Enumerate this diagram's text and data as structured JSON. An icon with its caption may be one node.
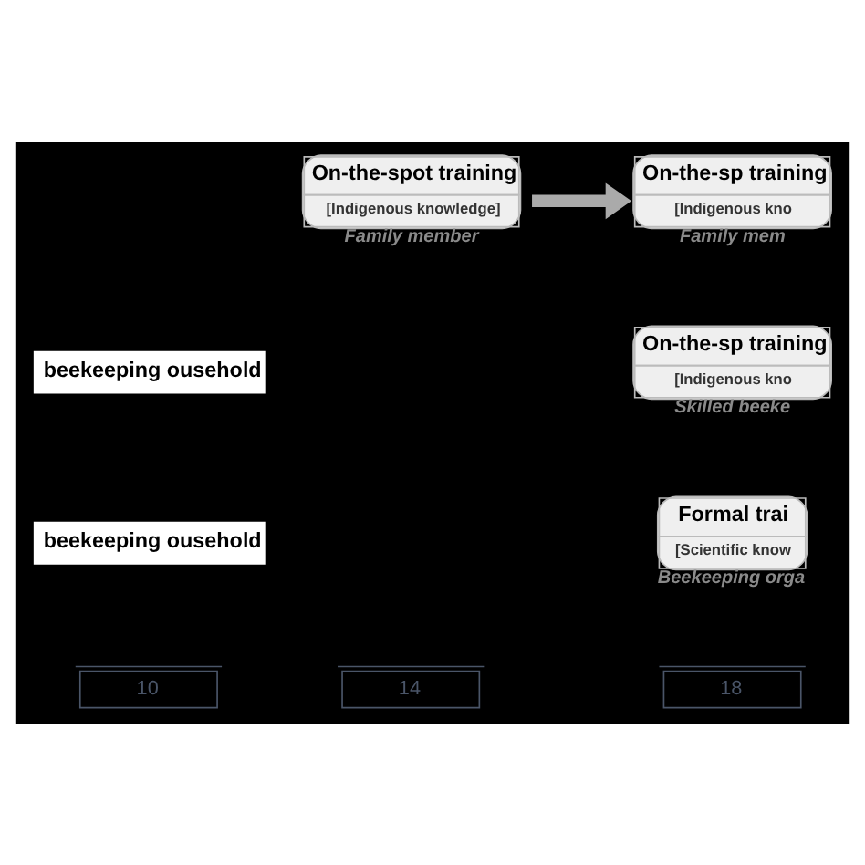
{
  "diagram": {
    "nodes": [
      {
        "text": [
          "On-the-spot training",
          "[Indigenous knowledge]"
        ],
        "beside": [
          "Family member"
        ]
      },
      {
        "text": [
          "On-the-sp training",
          "[Indigenous kno"
        ],
        "beside": [
          "Family mem"
        ]
      },
      {
        "text": [
          "beekeeping ousehold"
        ]
      },
      {
        "text": [
          "On-the-sp training",
          "[Indigenous kno"
        ],
        "beside": [
          "Skilled beeke"
        ]
      },
      {
        "text": [
          "beekeeping ousehold"
        ]
      },
      {
        "text": [
          "Formal trai",
          "[Scientific know"
        ],
        "beside": [
          "Beekeeping orga"
        ]
      }
    ],
    "edges": [
      {
        "from": 0,
        "to": 1,
        "arrow": "to"
      }
    ],
    "labels": [
      "10",
      "14",
      "18"
    ]
  }
}
